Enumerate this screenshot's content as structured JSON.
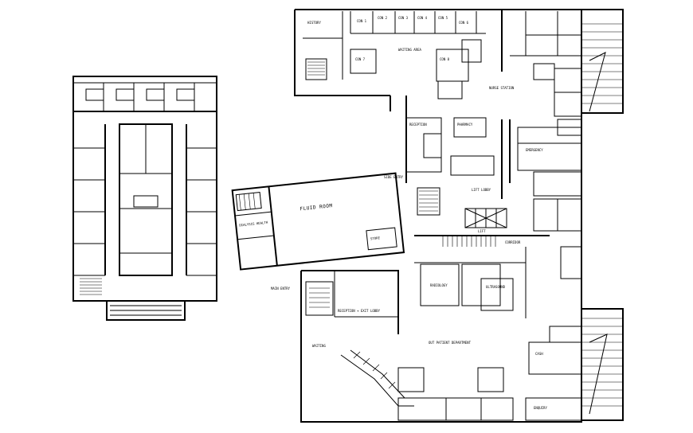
{
  "drawing": {
    "rooms": {
      "r1": "HISTORY",
      "r2": "WAITING AREA",
      "r3": "RECEPTION",
      "r4": "DIALYSIS HEALTH",
      "r5": "FLUID ROOM",
      "r6": "RECEPTION + EXIT LOBBY",
      "r7": "OUT PATIENT DEPARTMENT",
      "r8": "RADIOLOGY",
      "r9": "WAITING",
      "r10": "ULTRASOUND",
      "r11": "LIFT LOBBY",
      "r12": "LIFT",
      "r13": "NURSE STATION",
      "r14": "STORE",
      "r15": "CORRIDOR",
      "r16": "EMERGENCY",
      "r17": "PHARMACY",
      "r18": "CASH",
      "r19": "ENQUIRY"
    },
    "cons": [
      "CON 1",
      "CON 2",
      "CON 3",
      "CON 4",
      "CON 5",
      "CON 6",
      "CON 7",
      "CON 8"
    ],
    "entries": {
      "main": "MAIN ENTRY",
      "side": "SIDE ENTRY"
    }
  }
}
